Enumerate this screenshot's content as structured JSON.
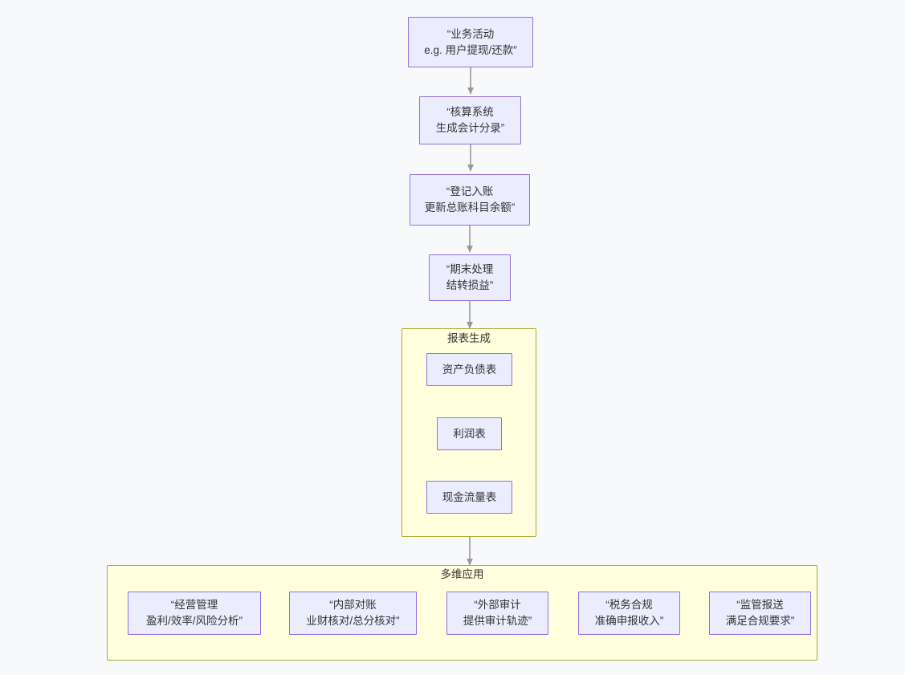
{
  "diagram": {
    "type": "flowchart",
    "direction": "top-down",
    "background_color": "#f8f9fb",
    "node_fill": "#ececff",
    "node_stroke": "#9370db",
    "cluster_fill": "#ffffde",
    "cluster_stroke": "#aaaa33",
    "edge_color": "#999999",
    "text_color": "#333333"
  },
  "nodes": {
    "business_activity": {
      "line1": "“业务活动",
      "line2": "e.g. 用户提现/还款”"
    },
    "accounting_system": {
      "line1": "“核算系统",
      "line2": "生成会计分录”"
    },
    "posting": {
      "line1": "“登记入账",
      "line2": "更新总账科目余额”"
    },
    "period_end": {
      "line1": "“期末处理",
      "line2": "结转损益”"
    },
    "balance_sheet": {
      "line1": "资产负债表"
    },
    "income_statement": {
      "line1": "利润表"
    },
    "cash_flow": {
      "line1": "现金流量表"
    },
    "operations_mgmt": {
      "line1": "“经营管理",
      "line2": "盈利/效率/风险分析”"
    },
    "internal_reconciliation": {
      "line1": "“内部对账",
      "line2": "业财核对/总分核对”"
    },
    "external_audit": {
      "line1": "“外部审计",
      "line2": "提供审计轨迹”"
    },
    "tax_compliance": {
      "line1": "“税务合规",
      "line2": "准确申报收入”"
    },
    "regulatory_reporting": {
      "line1": "“监管报送",
      "line2": "满足合规要求”"
    }
  },
  "clusters": {
    "report_generation": {
      "title": "报表生成"
    },
    "multi_dimensional_apps": {
      "title": "多维应用"
    }
  }
}
